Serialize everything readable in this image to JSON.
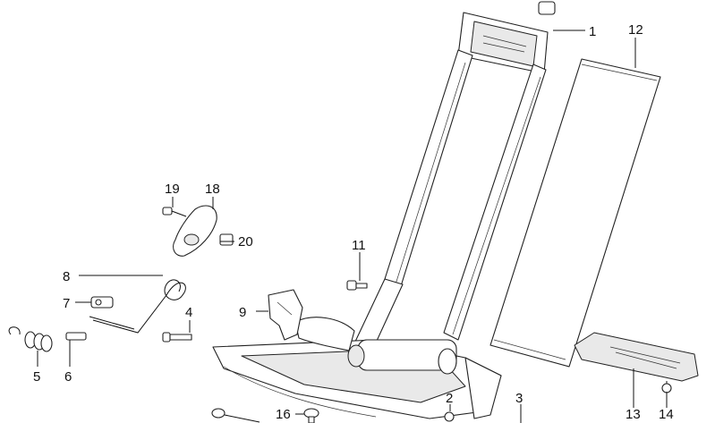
{
  "diagram": {
    "parts": [
      {
        "id": "p1",
        "label": "1"
      },
      {
        "id": "p2",
        "label": "2"
      },
      {
        "id": "p3",
        "label": "3"
      },
      {
        "id": "p4",
        "label": "4"
      },
      {
        "id": "p5",
        "label": "5"
      },
      {
        "id": "p6",
        "label": "6"
      },
      {
        "id": "p7",
        "label": "7"
      },
      {
        "id": "p8",
        "label": "8"
      },
      {
        "id": "p9",
        "label": "9"
      },
      {
        "id": "p11",
        "label": "11"
      },
      {
        "id": "p12",
        "label": "12"
      },
      {
        "id": "p13",
        "label": "13"
      },
      {
        "id": "p14",
        "label": "14"
      },
      {
        "id": "p16",
        "label": "16"
      },
      {
        "id": "p18",
        "label": "18"
      },
      {
        "id": "p19",
        "label": "19"
      },
      {
        "id": "p20",
        "label": "20"
      }
    ]
  }
}
